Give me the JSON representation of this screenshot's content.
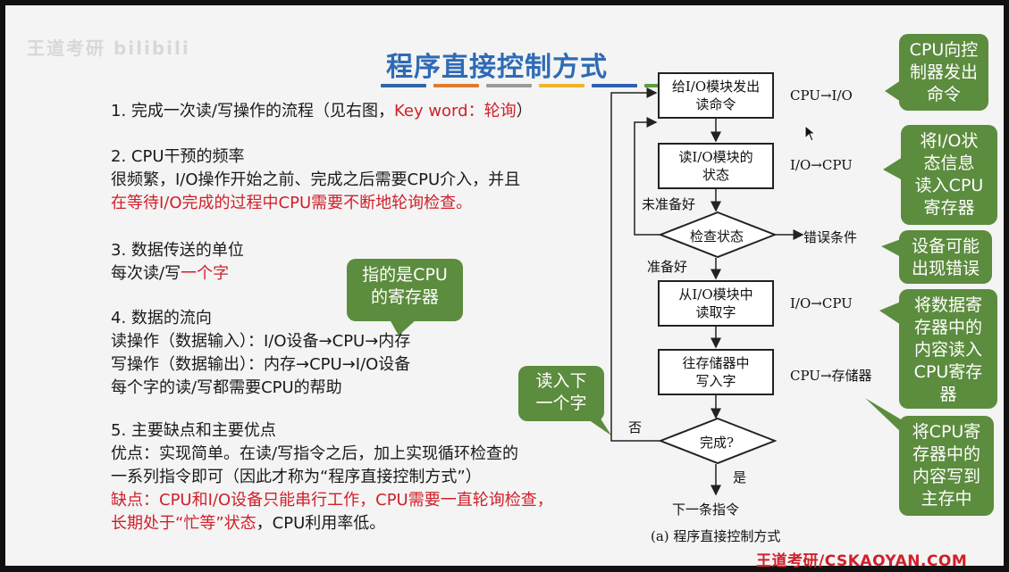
{
  "watermark": "王道考研 bilibili",
  "title": "程序直接控制方式",
  "title_bar_colors": [
    "#2f64a8",
    "#e07a2e",
    "#9a9a9a",
    "#f0b42a",
    "#2f5fb0",
    "#5c9c3c"
  ],
  "section1": {
    "text": "1. 完成一次读/写操作的流程（见右图，",
    "keyword": "Key word：轮询",
    "close": "）"
  },
  "section2": {
    "heading": "2. CPU干预的频率",
    "line1": "很频繁，I/O操作开始之前、完成之后需要CPU介入，并且",
    "line2_red": "在等待I/O完成的过程中CPU需要不断地轮询检查。"
  },
  "section3": {
    "heading": "3. 数据传送的单位",
    "prefix": "每次读/写",
    "red": "一个字"
  },
  "section4": {
    "heading": "4. 数据的流向",
    "line1": "读操作（数据输入）：I/O设备→CPU→内存",
    "line2": "写操作（数据输出）：内存→CPU→I/O设备",
    "line3": "每个字的读/写都需要CPU的帮助"
  },
  "section5": {
    "heading": "5. 主要缺点和主要优点",
    "line1": "优点：实现简单。在读/写指令之后，加上实现循环检查的",
    "line2": "一系列指令即可（因此才称为“程序直接控制方式”）",
    "line3_red": "缺点：CPU和I/O设备只能串行工作，CPU需要一直轮询检查，",
    "line4_red_a": "长期处于“忙等”状态",
    "line4_black": "，CPU利用率低。"
  },
  "callouts": {
    "register": "指的是CPU\n的寄存器",
    "read_next": "读入下\n一个字",
    "cpu_cmd": "CPU向控\n制器发出\n命令",
    "status": "将I/O状\n态信息\n读入CPU\n寄存器",
    "error": "设备可能\n出现错误",
    "data_read": "将数据寄\n存器中的\n内容读入\nCPU寄存\n器",
    "write_mem": "将CPU寄\n存器中的\n内容写到\n主存中"
  },
  "flowchart": {
    "box1": "给I/O模块发出\n读命令",
    "box2": "读I/O模块的\n状态",
    "diamond1": "检查状态",
    "box3": "从I/O模块中\n读取字",
    "box4": "往存储器中\n写入字",
    "diamond2": "完成?",
    "label_cpu_io": "CPU→I/O",
    "label_io_cpu_1": "I/O→CPU",
    "label_error": "错误条件",
    "label_io_cpu_2": "I/O→CPU",
    "label_cpu_mem": "CPU→存储器",
    "label_not_ready": "未准备好",
    "label_ready": "准备好",
    "label_no": "否",
    "label_yes": "是",
    "next_instruction": "下一条指令",
    "caption": "(a) 程序直接控制方式"
  },
  "brand": "王道考研/CSKAOYAN.COM"
}
